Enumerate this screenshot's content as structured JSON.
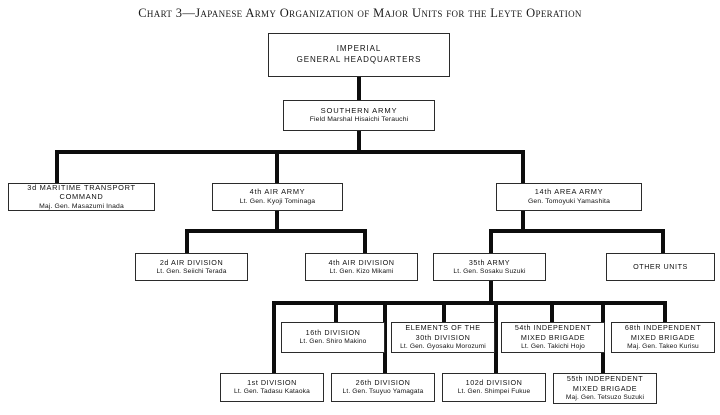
{
  "title": "Chart 3—Japanese Army Organization of Major Units for the Leyte Operation",
  "colors": {
    "background": "#ffffff",
    "box_border": "#2b2b2b",
    "connector": "#0d0d0d",
    "text": "#111111"
  },
  "chart_data": {
    "type": "diagram",
    "subtype": "organization-chart",
    "title": "Chart 3—Japanese Army Organization of Major Units for the Leyte Operation",
    "levels": 6,
    "nodes": [
      {
        "id": "ighq",
        "level": 1,
        "name": "IMPERIAL\nGENERAL HEADQUARTERS",
        "commander": ""
      },
      {
        "id": "sa",
        "level": 2,
        "name": "SOUTHERN ARMY",
        "commander": "Field Marshal Hisaichi Terauchi"
      },
      {
        "id": "mtc3",
        "level": 3,
        "name": "3d MARITIME TRANSPORT COMMAND",
        "commander": "Maj. Gen. Masazumi Inada"
      },
      {
        "id": "aa4",
        "level": 3,
        "name": "4th AIR ARMY",
        "commander": "Lt. Gen. Kyoji Tominaga"
      },
      {
        "id": "aa14",
        "level": 3,
        "name": "14th AREA ARMY",
        "commander": "Gen. Tomoyuki Yamashita"
      },
      {
        "id": "ad2",
        "level": 4,
        "name": "2d AIR DIVISION",
        "commander": "Lt. Gen. Seiichi Terada"
      },
      {
        "id": "ad4",
        "level": 4,
        "name": "4th AIR DIVISION",
        "commander": "Lt. Gen. Kizo Mikami"
      },
      {
        "id": "army35",
        "level": 4,
        "name": "35th ARMY",
        "commander": "Lt. Gen. Sosaku Suzuki"
      },
      {
        "id": "other",
        "level": 4,
        "name": "OTHER UNITS",
        "commander": ""
      },
      {
        "id": "div16",
        "level": 5,
        "name": "16th DIVISION",
        "commander": "Lt. Gen. Shiro Makino"
      },
      {
        "id": "div30",
        "level": 5,
        "name": "ELEMENTS OF THE\n30th DIVISION",
        "commander": "Lt. Gen. Gyosaku Morozumi"
      },
      {
        "id": "imb54",
        "level": 5,
        "name": "54th INDEPENDENT\nMIXED BRIGADE",
        "commander": "Lt. Gen. Takichi Hojo"
      },
      {
        "id": "imb68",
        "level": 5,
        "name": "68th INDEPENDENT\nMIXED BRIGADE",
        "commander": "Maj. Gen. Takeo Kurisu"
      },
      {
        "id": "div1",
        "level": 6,
        "name": "1st DIVISION",
        "commander": "Lt. Gen. Tadasu Kataoka"
      },
      {
        "id": "div26",
        "level": 6,
        "name": "26th DIVISION",
        "commander": "Lt. Gen. Tsuyuo Yamagata"
      },
      {
        "id": "div102",
        "level": 6,
        "name": "102d DIVISION",
        "commander": "Lt. Gen. Shimpei Fukue"
      },
      {
        "id": "imb55",
        "level": 6,
        "name": "55th INDEPENDENT\nMIXED BRIGADE",
        "commander": "Maj. Gen. Tetsuzo Suzuki"
      }
    ],
    "edges": [
      {
        "from": "ighq",
        "to": "sa"
      },
      {
        "from": "sa",
        "to": "mtc3"
      },
      {
        "from": "sa",
        "to": "aa4"
      },
      {
        "from": "sa",
        "to": "aa14"
      },
      {
        "from": "aa4",
        "to": "ad2"
      },
      {
        "from": "aa4",
        "to": "ad4"
      },
      {
        "from": "aa14",
        "to": "army35"
      },
      {
        "from": "aa14",
        "to": "other"
      },
      {
        "from": "army35",
        "to": "div16"
      },
      {
        "from": "army35",
        "to": "div30"
      },
      {
        "from": "army35",
        "to": "imb54"
      },
      {
        "from": "army35",
        "to": "imb68"
      },
      {
        "from": "army35",
        "to": "div1"
      },
      {
        "from": "army35",
        "to": "div26"
      },
      {
        "from": "army35",
        "to": "div102"
      },
      {
        "from": "army35",
        "to": "imb55"
      }
    ]
  }
}
